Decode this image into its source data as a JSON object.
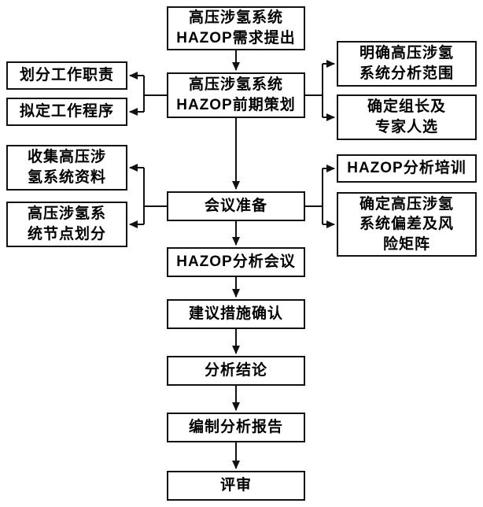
{
  "nodes": {
    "hazop_demand": {
      "label": "高压涉氢系统\nHAZOP需求提出"
    },
    "hazop_planning": {
      "label": "高压涉氢系统\nHAZOP前期策划"
    },
    "divide_duties": {
      "label": "划分工作职责"
    },
    "draft_procedures": {
      "label": "拟定工作程序"
    },
    "clarify_scope": {
      "label": "明确高压涉氢\n系统分析范围"
    },
    "select_leader": {
      "label": "确定组长及\n专家人选"
    },
    "collect_data": {
      "label": "收集高压涉\n氢系统资料"
    },
    "node_division": {
      "label": "高压涉氢系\n统节点划分"
    },
    "meeting_prep": {
      "label": "会议准备"
    },
    "hazop_training": {
      "label": "HAZOP分析培训"
    },
    "risk_matrix": {
      "label": "确定高压涉氢\n系统偏差及风\n险矩阵"
    },
    "hazop_meeting": {
      "label": "HAZOP分析会议"
    },
    "measures_confirm": {
      "label": "建议措施确认"
    },
    "conclusion": {
      "label": "分析结论"
    },
    "report": {
      "label": "编制分析报告"
    },
    "review": {
      "label": "评审"
    }
  },
  "colors": {
    "line": "#111111",
    "box_border": "#111111",
    "background": "#ffffff"
  }
}
